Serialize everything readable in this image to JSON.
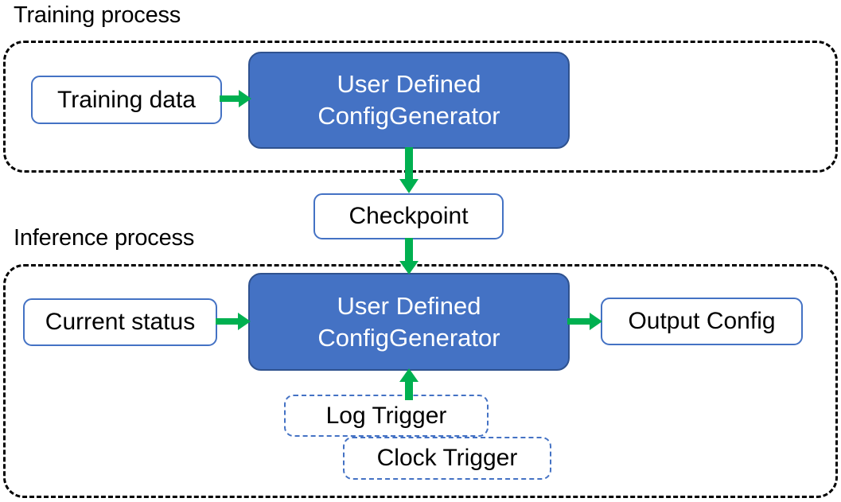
{
  "diagram": {
    "title_training": "Training process",
    "title_inference": "Inference process",
    "colors": {
      "process_fill": "#4472C4",
      "process_border": "#2F528F",
      "box_border": "#4472C4",
      "arrow": "#00B050",
      "container_border": "#000000",
      "text_on_process": "#FFFFFF",
      "text": "#000000"
    }
  },
  "training_process": {
    "label": "Training process",
    "nodes": {
      "training_data": "Training data",
      "config_generator_line1": "User Defined",
      "config_generator_line2": "ConfigGenerator"
    }
  },
  "shared": {
    "checkpoint": "Checkpoint"
  },
  "inference_process": {
    "label": "Inference process",
    "nodes": {
      "current_status": "Current status",
      "config_generator_line1": "User Defined",
      "config_generator_line2": "ConfigGenerator",
      "output_config": "Output Config",
      "log_trigger": "Log Trigger",
      "clock_trigger": "Clock Trigger"
    }
  },
  "edges": [
    {
      "from": "Training data",
      "to": "User Defined ConfigGenerator",
      "direction": "right"
    },
    {
      "from": "User Defined ConfigGenerator",
      "to": "Checkpoint",
      "direction": "down"
    },
    {
      "from": "Checkpoint",
      "to": "User Defined ConfigGenerator",
      "direction": "down"
    },
    {
      "from": "Current status",
      "to": "User Defined ConfigGenerator",
      "direction": "right"
    },
    {
      "from": "User Defined ConfigGenerator",
      "to": "Output Config",
      "direction": "right"
    },
    {
      "from": "Log Trigger",
      "to": "User Defined ConfigGenerator",
      "direction": "up"
    }
  ]
}
